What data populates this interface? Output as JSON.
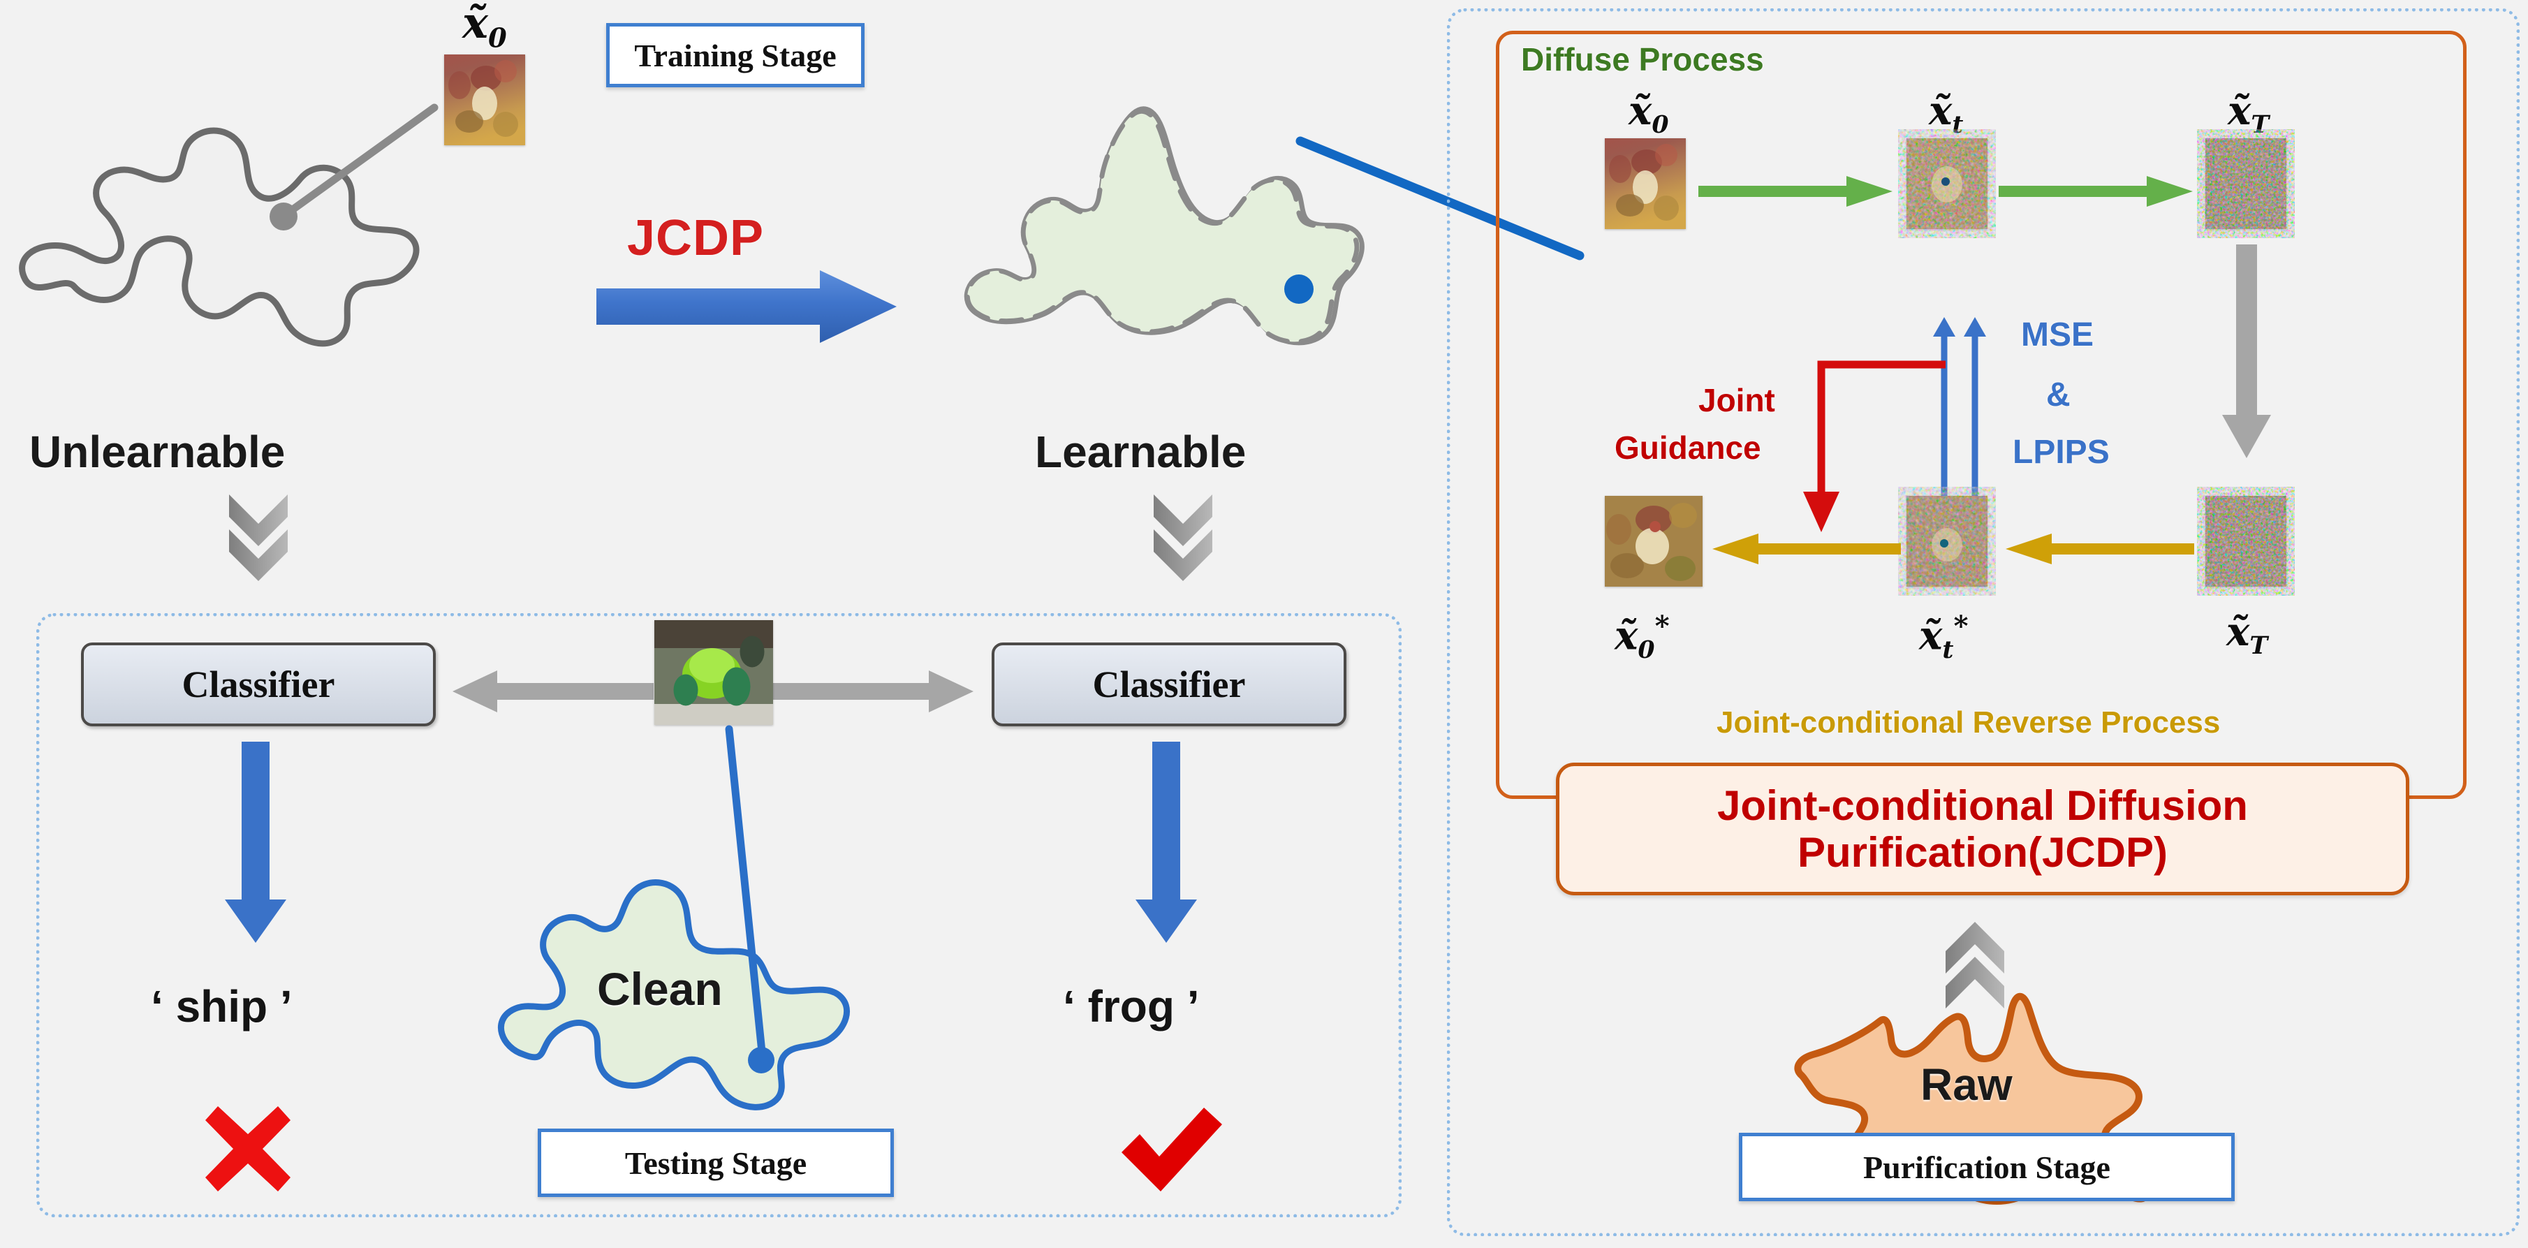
{
  "figure": {
    "title": "JCDP unlearnable-to-learnable purification pipeline"
  },
  "stages": {
    "training": "Training Stage",
    "testing": "Testing Stage",
    "purification": "Purification Stage"
  },
  "left_panel": {
    "source_tile_label": "x̃0",
    "method_arrow_label": "JCDP",
    "unlearnable_label": "Unlearnable",
    "learnable_label": "Learnable",
    "classifier_left": "Classifier",
    "classifier_right": "Classifier",
    "clean_blob_label": "Clean",
    "prediction_left": "‘ ship ’",
    "prediction_right": "‘ frog ’",
    "verdict_left": "cross-mark",
    "verdict_right": "check-mark",
    "chevron_icon": "double-chevron-down-icon"
  },
  "right_panel": {
    "diffuse_process_label": "Diffuse Process",
    "reverse_process_label": "Joint-conditional Reverse Process",
    "guidance_label_line1": "Joint",
    "guidance_label_line2": "Guidance",
    "metric_line1": "MSE",
    "metric_line2": "&",
    "metric_line3": "LPIPS",
    "jcdp_box_line1": "Joint-conditional Diffusion",
    "jcdp_box_line2": "Purification(JCDP)",
    "raw_blob_label": "Raw",
    "chevron_up_icon": "double-chevron-up-icon",
    "top_row": [
      {
        "id": "x0",
        "base": "x̃",
        "sub": "0",
        "star": false
      },
      {
        "id": "xt",
        "base": "x̃",
        "sub": "t",
        "star": false
      },
      {
        "id": "xT",
        "base": "x̃",
        "sub": "T",
        "star": false
      }
    ],
    "bottom_row": [
      {
        "id": "x0s",
        "base": "x̃",
        "sub": "0",
        "star": true
      },
      {
        "id": "xts",
        "base": "x̃",
        "sub": "t",
        "star": true
      },
      {
        "id": "xTs",
        "base": "x̃",
        "sub": "T",
        "star": false
      }
    ]
  },
  "colors": {
    "background": "#f2f2f2",
    "panel_dotted_border": "#8ebbe6",
    "stage_border": "#3f7fd0",
    "jcdp_red": "#d41f1f",
    "guidance_red": "#c00000",
    "metric_blue": "#3a72c8",
    "diffuse_green": "#3d7a22",
    "reverse_gold": "#c99a05",
    "orange_border": "#d2601a",
    "raw_fill": "#f7c69c",
    "raw_stroke": "#c55a11",
    "clean_fill": "#e4efdc",
    "clean_stroke": "#2a6fc8",
    "unlearnable_stroke": "#6b6b6b",
    "gray_arrow": "#a6a6a6",
    "blue_arrow": "#3a72c8",
    "check_red": "#e00000"
  }
}
